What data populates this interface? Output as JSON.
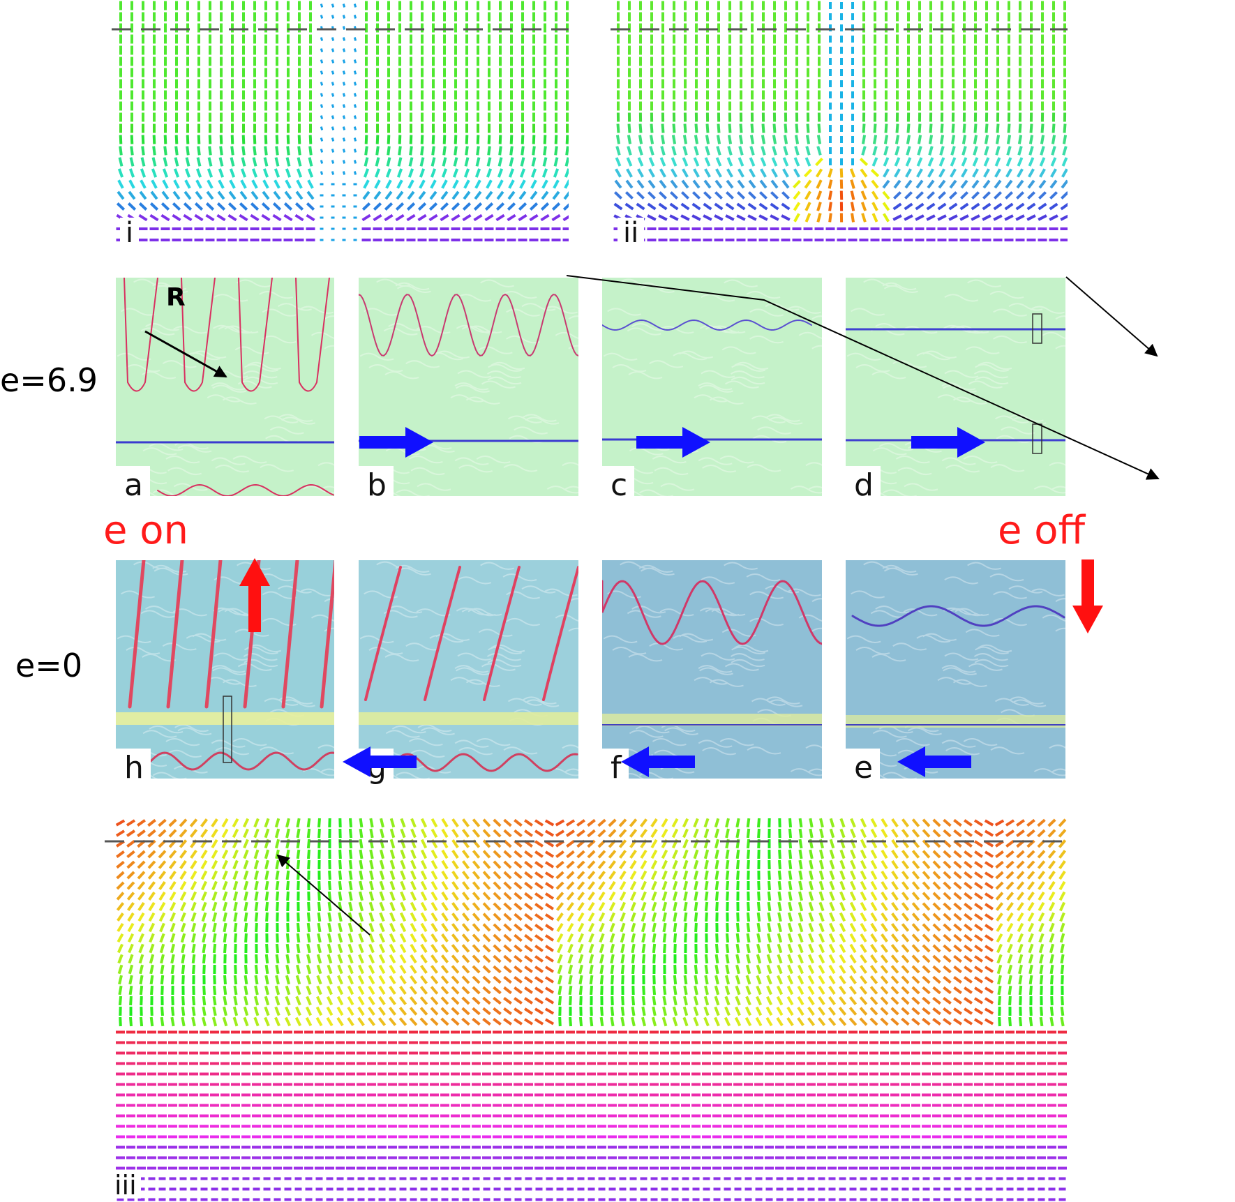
{
  "row_labels": {
    "top": "e=6.9",
    "bottom": "e=0"
  },
  "transition_labels": {
    "on": "e on",
    "off": "e off"
  },
  "annotation": {
    "arrow_label": "R"
  },
  "panels": {
    "a": "a",
    "b": "b",
    "c": "c",
    "d": "d",
    "e": "e",
    "f": "f",
    "g": "g",
    "h": "h"
  },
  "director_fields": {
    "i": "i",
    "ii": "ii",
    "iii": "iii"
  },
  "colors": {
    "forward_arrow": "#1010ff",
    "switch_arrow": "#ff1010",
    "bg_on": "#c5f2c9",
    "bg_off": "#8fbfd6"
  }
}
